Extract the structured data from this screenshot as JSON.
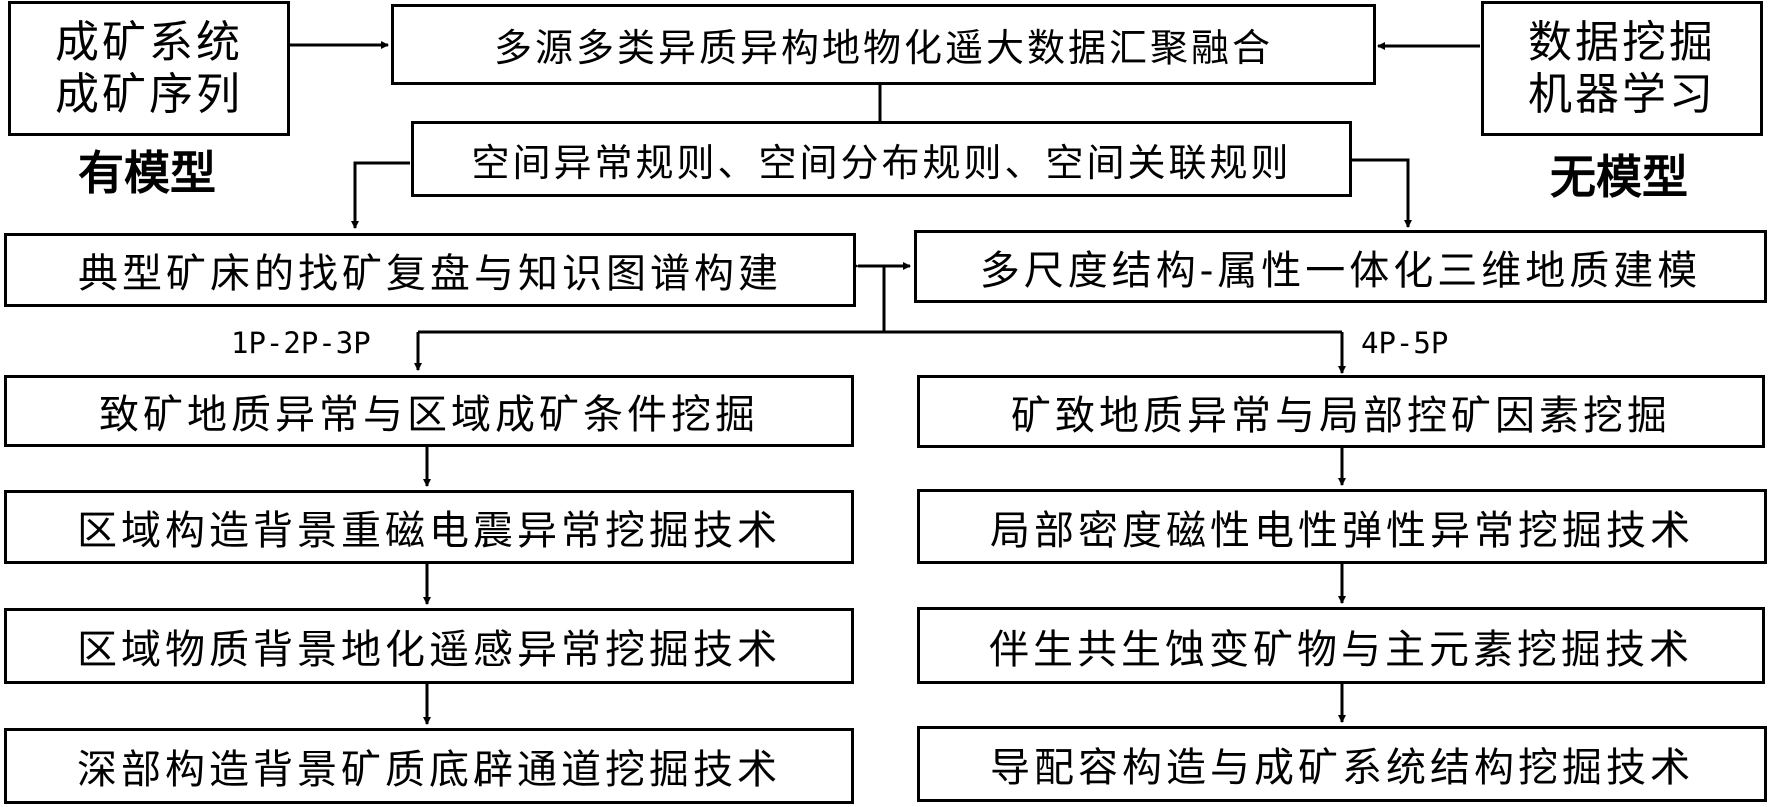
{
  "top_left": {
    "line1": "成矿系统",
    "line2": "成矿序列",
    "caption": "有模型"
  },
  "top_right": {
    "line1": "数据挖掘",
    "line2": "机器学习",
    "caption": "无模型"
  },
  "center_top": "多源多类异质异构地物化遥大数据汇聚融合",
  "rules": "空间异常规则、空间分布规则、空间关联规则",
  "knowledge_graph": "典型矿床的找矿复盘与知识图谱构建",
  "modeling_3d": "多尺度结构-属性一体化三维地质建模",
  "left_branch": {
    "label": "1P-2P-3P",
    "steps": [
      "致矿地质异常与区域成矿条件挖掘",
      "区域构造背景重磁电震异常挖掘技术",
      "区域物质背景地化遥感异常挖掘技术",
      "深部构造背景矿质底辟通道挖掘技术"
    ]
  },
  "right_branch": {
    "label": "4P-5P",
    "steps": [
      "矿致地质异常与局部控矿因素挖掘",
      "局部密度磁性电性弹性异常挖掘技术",
      "伴生共生蚀变矿物与主元素挖掘技术",
      "导配容构造与成矿系统结构挖掘技术"
    ]
  }
}
